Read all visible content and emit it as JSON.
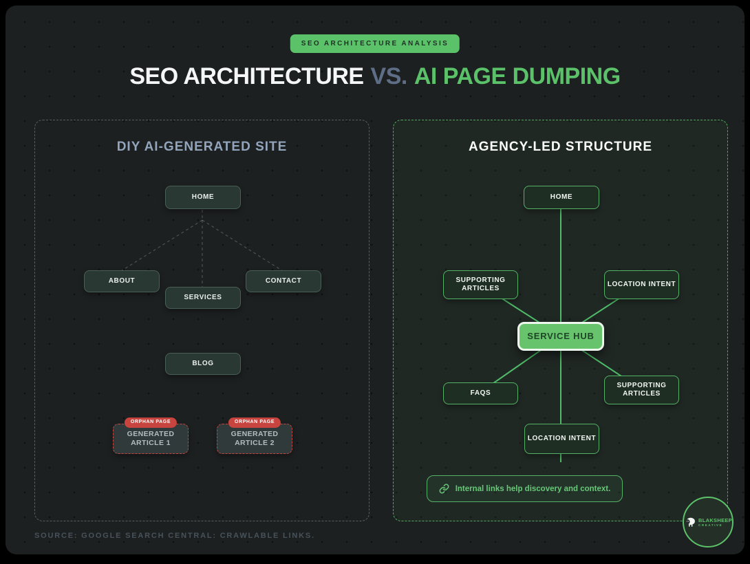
{
  "header": {
    "badge": "SEO ARCHITECTURE ANALYSIS",
    "title_left": "SEO ARCHITECTURE",
    "title_vs": "VS.",
    "title_right": "AI PAGE DUMPING"
  },
  "left_panel": {
    "title": "DIY AI-GENERATED SITE",
    "nodes": {
      "home": "HOME",
      "about": "ABOUT",
      "services": "SERVICES",
      "contact": "CONTACT",
      "blog": "BLOG"
    },
    "orphan_badge": "ORPHAN PAGE",
    "orphan1": "GENERATED ARTICLE 1",
    "orphan2": "GENERATED ARTICLE 2"
  },
  "right_panel": {
    "title": "AGENCY-LED STRUCTURE",
    "nodes": {
      "home": "HOME",
      "supporting_articles_top": "SUPPORTING ARTICLES",
      "location_intent_top": "LOCATION INTENT",
      "service_hub": "SERVICE HUB",
      "faqs": "FAQS",
      "supporting_articles_bottom": "SUPPORTING ARTICLES",
      "location_intent_bottom": "LOCATION INTENT"
    },
    "note": "Internal links help discovery and context."
  },
  "footer": {
    "source": "SOURCE: GOOGLE SEARCH CENTRAL: CRAWLABLE LINKS."
  },
  "logo": {
    "name": "BLAKSHEEP",
    "tagline": "CREATIVE"
  },
  "colors": {
    "accent_green": "#5cc26a",
    "hub_green": "#68c46c",
    "vs_slate": "#5d6e86",
    "left_title_slate": "#93a5bd",
    "orphan_red": "#c8443e",
    "card_background": "#1d2021"
  }
}
